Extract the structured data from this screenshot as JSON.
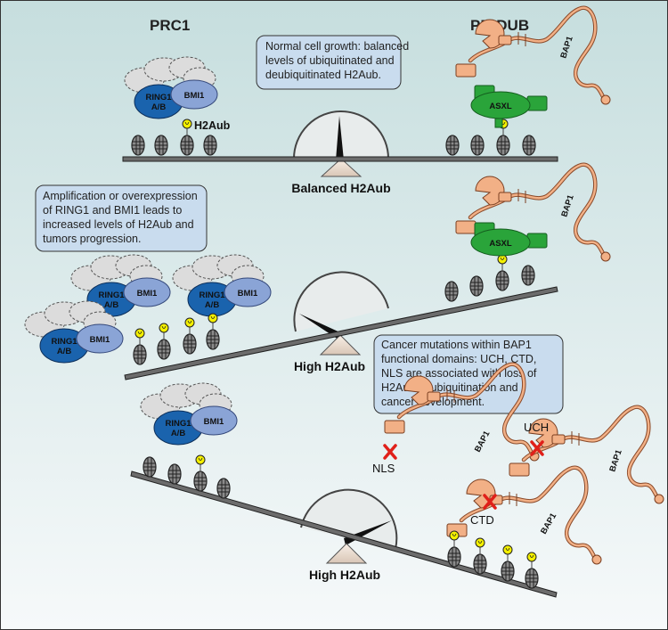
{
  "headings": {
    "left": "PRC1",
    "right": "PR-DUB"
  },
  "notes": {
    "top": [
      "Normal cell growth: balanced",
      "levels of ubiquitinated and",
      "deubiquitinated H2Aub."
    ],
    "middle": [
      "Amplification or overexpression",
      "of RING1 and BMI1 leads to",
      "increased levels of H2Aub and",
      "tumors progression."
    ],
    "bottom": [
      "Cancer mutations within BAP1",
      "functional domains: UCH, CTD,",
      "NLS  are associated with loss of",
      "H2Aub deubiquitination and",
      "cancer development."
    ]
  },
  "scale_labels": {
    "top": "Balanced H2Aub",
    "middle": "High H2Aub",
    "bottom": "High H2Aub"
  },
  "proteins": {
    "ring1": [
      "RING1",
      "A/B"
    ],
    "bmi1": "BMI1",
    "asxl": "ASXL",
    "bap1": "BAP1",
    "h2aub": "H2Aub"
  },
  "mutation_labels": {
    "nls": "NLS",
    "uch": "UCH",
    "ctd": "CTD"
  },
  "colors": {
    "ring1": "#1a63ad",
    "bmi1": "#8aa4d6",
    "cloud": "#dcdcdc",
    "asxl": "#2aa43a",
    "bap1": "#f2b086",
    "ub": "#f4f000",
    "note_fill": "#c9dcee",
    "mutation": "#e0201a",
    "bg_top": "#c6dede",
    "bg_bottom": "#f6f9fa"
  }
}
